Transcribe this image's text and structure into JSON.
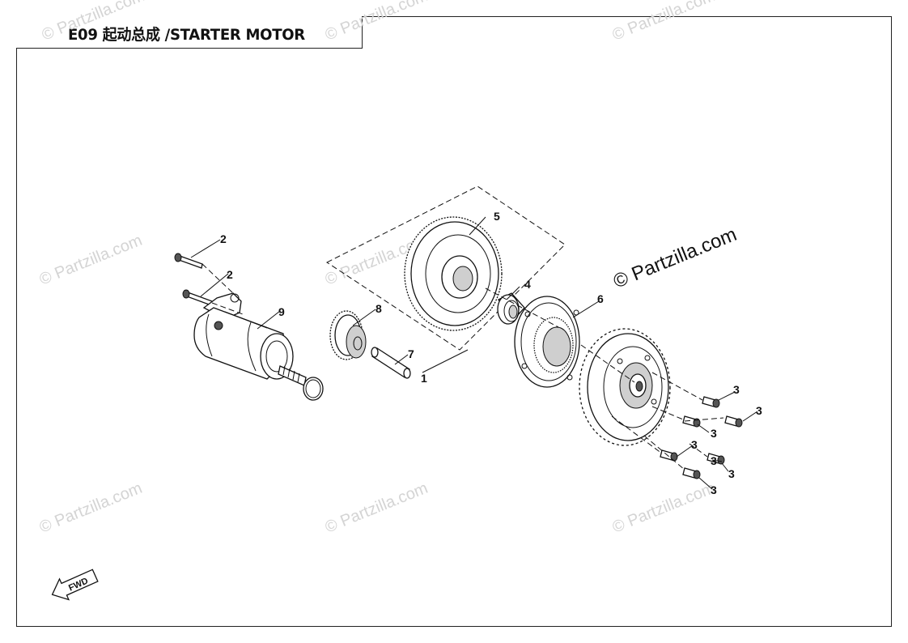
{
  "header": {
    "title": "E09 起动总成 /STARTER MOTOR"
  },
  "watermark": {
    "text": "© Partzilla.com",
    "main_text": "© Partzilla.com"
  },
  "callouts": {
    "c1": "1",
    "c2a": "2",
    "c2b": "2",
    "c3a": "3",
    "c3b": "3",
    "c3c": "3",
    "c3d": "3",
    "c3e": "3",
    "c3f": "3",
    "c3g": "3",
    "c4": "4",
    "c5": "5",
    "c6": "6",
    "c7": "7",
    "c8": "8",
    "c9": "9"
  },
  "direction_marker": {
    "label": "FWD",
    "icon": "fwd-arrow-icon"
  }
}
